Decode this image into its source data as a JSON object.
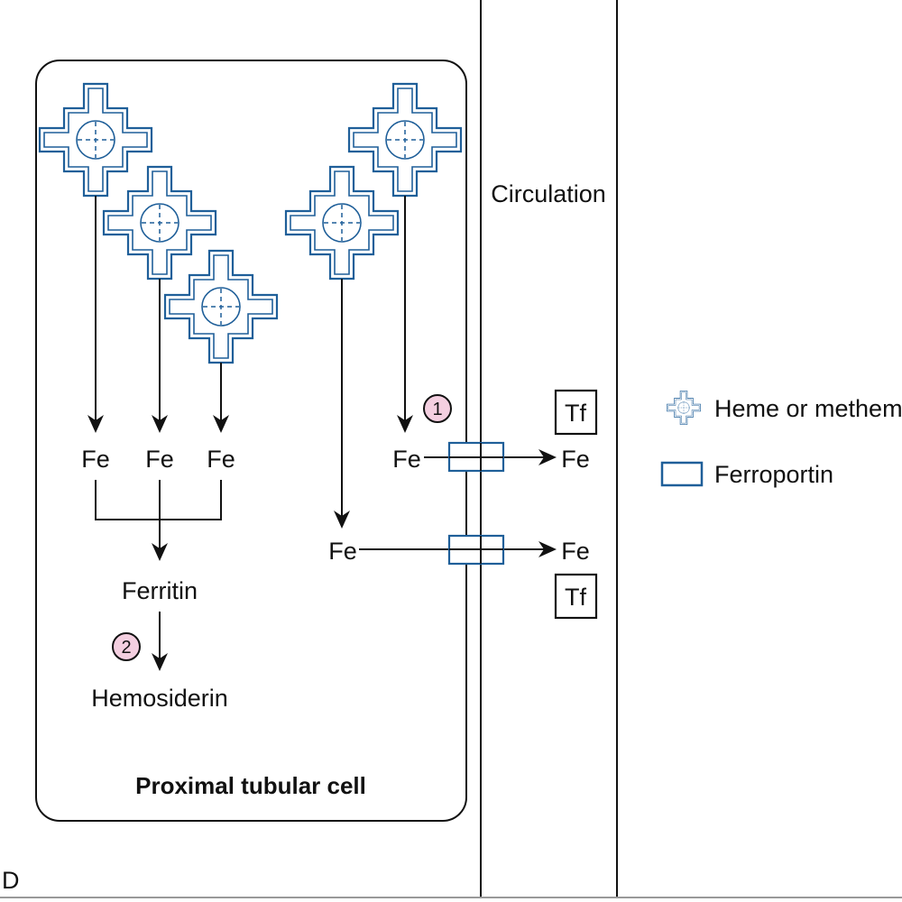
{
  "panel_letter": "D",
  "circulation_label": "Circulation",
  "cell_label": "Proximal tubular cell",
  "iron_label": "Fe",
  "ferritin_label": "Ferritin",
  "hemosiderin_label": "Hemosiderin",
  "transferrin_label": "Tf",
  "step_markers": [
    "1",
    "2"
  ],
  "legend": {
    "heme_label": "Heme or metheme",
    "ferroportin_label": "Ferroportin",
    "heme_icon": "heme-icon",
    "ferroportin_icon": "ferroportin-icon"
  },
  "colors": {
    "heme_blue": "#1f5f99",
    "ferroportin_blue": "#1f5f99",
    "marker_pink": "#f4cfe0",
    "line": "#111111"
  }
}
